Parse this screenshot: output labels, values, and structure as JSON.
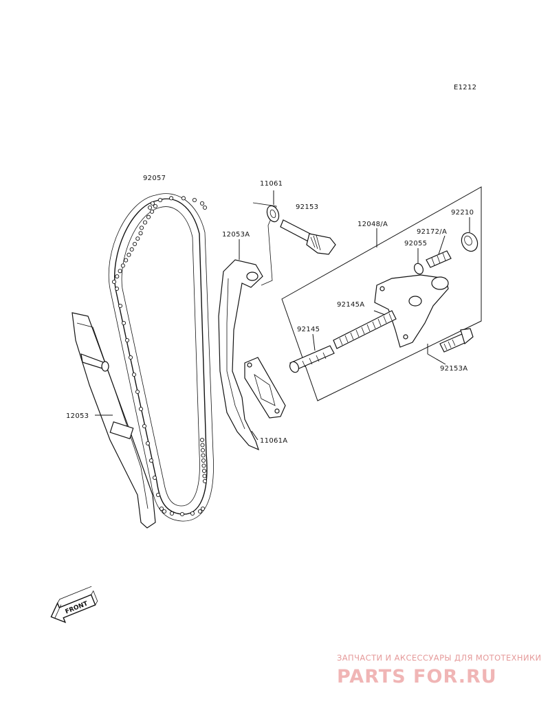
{
  "diagram": {
    "code": "E1212",
    "parts": {
      "p92057": "92057",
      "p11061": "11061",
      "p92153": "92153",
      "p12048A": "12048/A",
      "p92210": "92210",
      "p12053A": "12053A",
      "p92172A": "92172/A",
      "p92055": "92055",
      "p92145A": "92145A",
      "p92145": "92145",
      "p92153A": "92153A",
      "p12053": "12053",
      "p11061A": "11061A"
    },
    "front_label": "FRONT"
  },
  "watermark": {
    "tagline": "ЗАПЧАСТИ И АКСЕССУАРЫ ДЛЯ МОТОТЕХНИКИ",
    "logo_text": "PARTS FOR.RU"
  }
}
